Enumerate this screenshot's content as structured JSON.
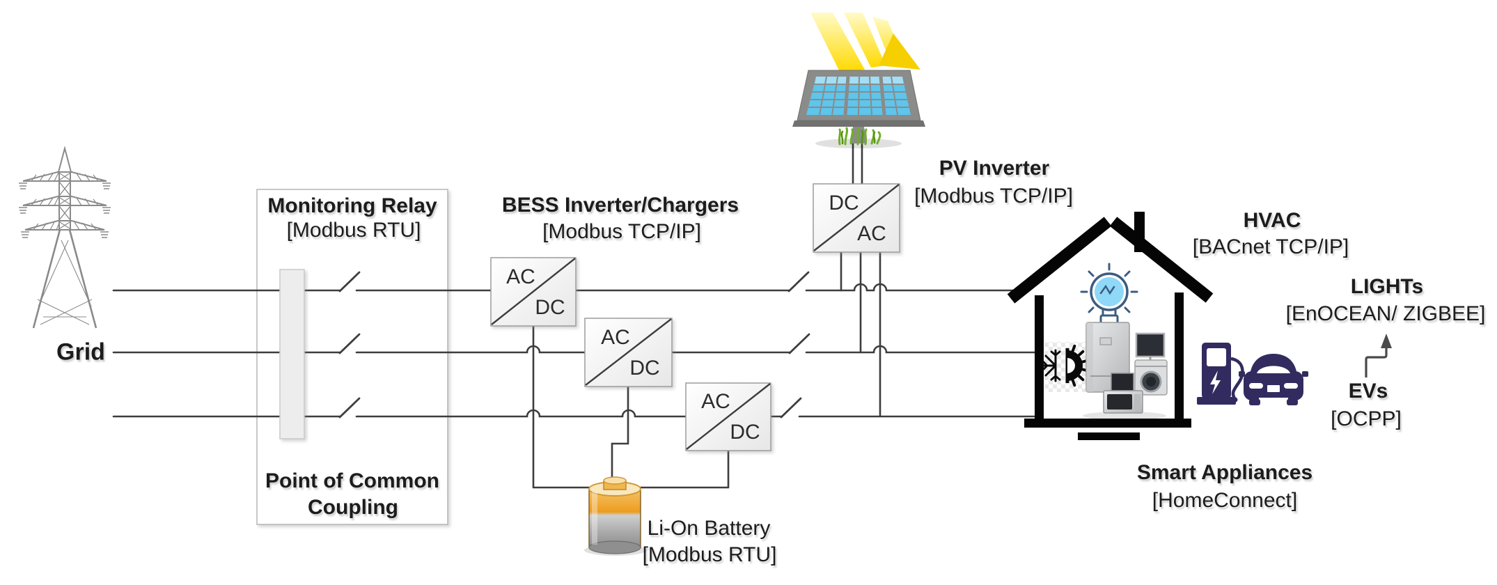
{
  "labels": {
    "grid": "Grid",
    "monitoring_relay_title": "Monitoring Relay",
    "monitoring_relay_protocol": "[Modbus RTU]",
    "pcc_line1": "Point of Common",
    "pcc_line2": "Coupling",
    "bess_title": "BESS Inverter/Chargers",
    "bess_protocol": "[Modbus TCP/IP]",
    "pv_title": "PV Inverter",
    "pv_protocol": "[Modbus TCP/IP]",
    "battery_title": "Li-On Battery",
    "battery_protocol": "[Modbus RTU]",
    "hvac_title": "HVAC",
    "hvac_protocol": "[BACnet TCP/IP]",
    "lights_title": "LIGHTs",
    "lights_protocol": "[EnOCEAN/ ZIGBEE]",
    "evs_title": "EVs",
    "evs_protocol": "[OCPP]",
    "appliances_title": "Smart Appliances",
    "appliances_protocol": "[HomeConnect]",
    "converter_ac": "AC",
    "converter_dc": "DC"
  },
  "colors": {
    "wire": "#3d3d3d",
    "tower_gray": "#8a8a8a",
    "battery_orange": "#ec9d1f",
    "panel_blue": "#5ec5ec",
    "sun_yellow": "#ffd900",
    "ev_navy": "#322b5f",
    "house_black": "#050505"
  }
}
